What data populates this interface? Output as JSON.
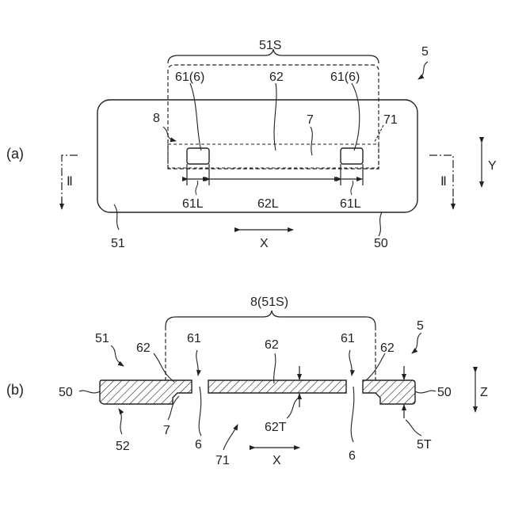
{
  "figure_a": {
    "panel_label": "(a)",
    "labels": {
      "l_51S": "51S",
      "l_5": "5",
      "l_61_6_left": "61(6)",
      "l_62": "62",
      "l_61_6_right": "61(6)",
      "l_8": "8",
      "l_7": "7",
      "l_71": "71",
      "l_II_left": "Ⅱ",
      "l_II_right": "Ⅱ",
      "l_Y": "Y",
      "l_61L_left": "61L",
      "l_62L": "62L",
      "l_61L_right": "61L",
      "l_51": "51",
      "l_X": "X",
      "l_50": "50"
    }
  },
  "figure_b": {
    "panel_label": "(b)",
    "labels": {
      "l_8_51S": "8(51S)",
      "l_51": "51",
      "l_62_left": "62",
      "l_61_left": "61",
      "l_62_mid": "62",
      "l_61_right": "61",
      "l_62_right": "62",
      "l_5": "5",
      "l_50_left": "50",
      "l_50_right": "50",
      "l_Z": "Z",
      "l_52": "52",
      "l_7": "7",
      "l_6_left": "6",
      "l_62T": "62T",
      "l_6_right": "6",
      "l_71": "71",
      "l_X": "X",
      "l_5T": "5T"
    }
  }
}
